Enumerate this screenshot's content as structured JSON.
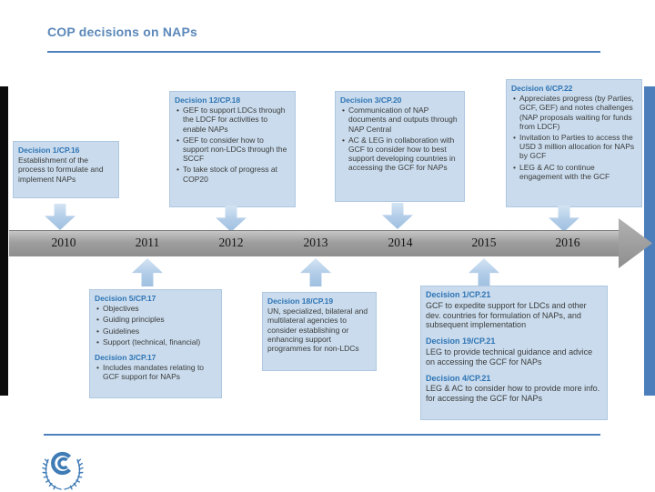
{
  "title": "COP decisions on NAPs",
  "timeline": {
    "years": [
      "2010",
      "2011",
      "2012",
      "2013",
      "2014",
      "2015",
      "2016"
    ]
  },
  "top_boxes": [
    {
      "title": "Decision 1/CP.16",
      "text": "Establishment of the process to formulate and implement NAPs"
    },
    {
      "title": "Decision 12/CP.18",
      "bullets": [
        "GEF to support LDCs through the LDCF for activities to enable NAPs",
        "GEF to consider how to support non-LDCs through the SCCF",
        "To take stock of progress at COP20"
      ]
    },
    {
      "title": "Decision 3/CP.20",
      "bullets": [
        "Communication of NAP documents and outputs through NAP Central",
        "AC & LEG in collaboration with GCF to consider how to best support developing countries in accessing the GCF for NAPs"
      ]
    },
    {
      "title": "Decision 6/CP.22",
      "bullets": [
        "Appreciates progress (by Parties, GCF, GEF) and notes challenges (NAP proposals waiting for funds from LDCF)",
        "Invitation to Parties to access the USD 3 million allocation for NAPs by GCF",
        "LEG & AC to continue engagement with the GCF"
      ]
    }
  ],
  "bottom_boxes": [
    {
      "sections": [
        {
          "title": "Decision 5/CP.17",
          "bullets": [
            "Objectives",
            "Guiding principles",
            "Guidelines",
            "Support (technical, financial)"
          ]
        },
        {
          "title": "Decision 3/CP.17",
          "bullets": [
            "Includes mandates relating to GCF support for NAPs"
          ]
        }
      ]
    },
    {
      "title": "Decision 18/CP.19",
      "text": "UN, specialized, bilateral and multilateral agencies to consider establishing or enhancing support programmes for non-LDCs"
    },
    {
      "sections": [
        {
          "title": "Decision 1/CP.21",
          "text": "GCF to expedite support for LDCs and other dev. countries for formulation of NAPs, and subsequent implementation"
        },
        {
          "title": "Decision 19/CP.21",
          "text": "LEG to provide technical guidance and advice on accessing the GCF for NAPs"
        },
        {
          "title": "Decision 4/CP.21",
          "text": "LEG & AC to consider how to provide more info. for accessing the GCF for NAPs"
        }
      ]
    }
  ],
  "icons": {
    "logo": "unfccc-logo"
  },
  "colors": {
    "accent_blue": "#4f81bd",
    "title_blue": "#5b88ba",
    "box_fill": "#c9dbec",
    "box_border": "#aec8e1",
    "decision_title_blue": "#2e74b5",
    "arrow_blue": "#b1cce8",
    "timeline_gray": "#9e9e9e",
    "left_bar_black": "#0b0b0b"
  }
}
